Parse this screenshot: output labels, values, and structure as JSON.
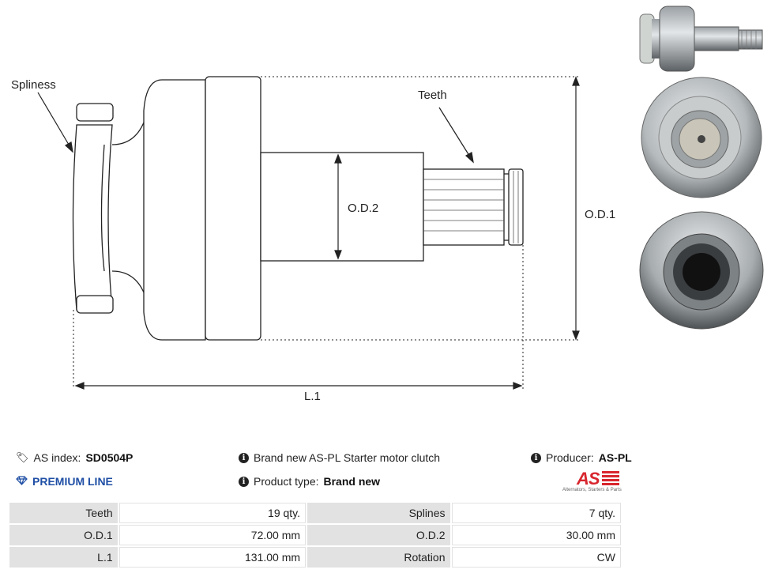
{
  "drawing": {
    "labels": {
      "splines": "Spliness",
      "teeth": "Teeth",
      "od2": "O.D.2",
      "od1": "O.D.1",
      "l1": "L.1"
    }
  },
  "info": {
    "as_index_label": "AS index:",
    "as_index_value": "SD0504P",
    "premium_line": "PREMIUM LINE",
    "description": "Brand new AS-PL Starter motor clutch",
    "product_type_label": "Product type:",
    "product_type_value": "Brand new",
    "producer_label": "Producer:",
    "producer_value": "AS-PL",
    "logo_text": "AS",
    "logo_tagline": "Alternators, Starters & Parts"
  },
  "specs": {
    "rows": [
      {
        "label1": "Teeth",
        "value1": "19 qty.",
        "label2": "Splines",
        "value2": "7 qty."
      },
      {
        "label1": "O.D.1",
        "value1": "72.00 mm",
        "label2": "O.D.2",
        "value2": "30.00 mm"
      },
      {
        "label1": "L.1",
        "value1": "131.00 mm",
        "label2": "Rotation",
        "value2": "CW"
      }
    ]
  },
  "icons": {
    "tag": "tags-icon",
    "diamond": "diamond-icon",
    "info": "info-circle-icon"
  }
}
